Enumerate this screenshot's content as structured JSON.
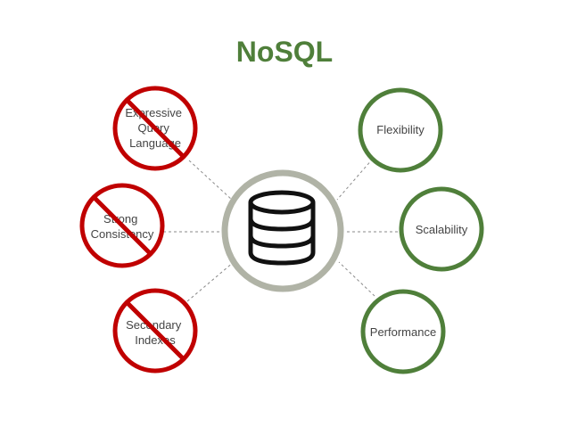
{
  "title": "NoSQL",
  "center": {
    "icon": "database-icon"
  },
  "nodes": {
    "expressive_query_language": {
      "lines": [
        "Expressive",
        "Query",
        "Language"
      ],
      "status": "excluded"
    },
    "strong_consistency": {
      "lines": [
        "Strong",
        "Consistency"
      ],
      "status": "excluded"
    },
    "secondary_indexes": {
      "lines": [
        "Secondary",
        "Indexes"
      ],
      "status": "excluded"
    },
    "flexibility": {
      "lines": [
        "Flexibility"
      ],
      "status": "included"
    },
    "scalability": {
      "lines": [
        "Scalability"
      ],
      "status": "included"
    },
    "performance": {
      "lines": [
        "Performance"
      ],
      "status": "included"
    }
  },
  "colors": {
    "title": "#4f7f3a",
    "included_ring": "#4f7f3a",
    "excluded_ring": "#c00000",
    "center_ring": "#b0b3a6",
    "connector": "#8a8a8a"
  }
}
